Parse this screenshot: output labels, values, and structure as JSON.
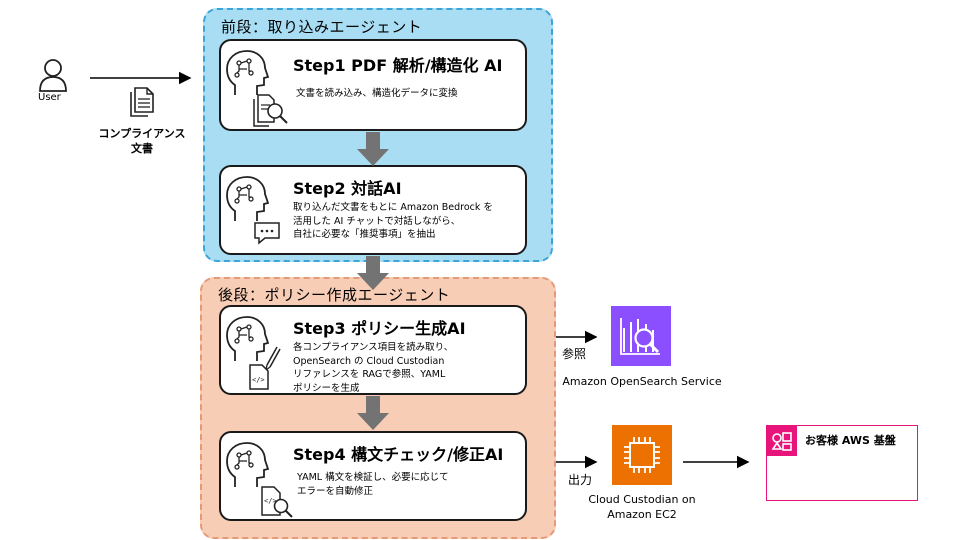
{
  "actor": {
    "label": "User"
  },
  "document": {
    "label_line1": "コンプライアンス",
    "label_line2": "文書"
  },
  "stages": {
    "front": {
      "title": "前段：取り込みエージェント"
    },
    "back": {
      "title": "後段：ポリシー作成エージェント"
    }
  },
  "steps": [
    {
      "title": "Step1 PDF 解析/構造化 AI",
      "desc": "文書を読み込み、構造化データに変換"
    },
    {
      "title": "Step2 対話AI",
      "desc": "取り込んだ文書をもとに Amazon Bedrock を\n活用した AI チャットで対話しながら、\n自社に必要な「推奨事項」を抽出"
    },
    {
      "title": "Step3 ポリシー生成AI",
      "desc": "各コンプライアンス項目を読み取り、\nOpenSearch の Cloud Custodian\nリファレンスを RAGで参照、YAML\nポリシーを生成"
    },
    {
      "title": "Step4 構文チェック/修正AI",
      "desc": "YAML 構文を検証し、必要に応じて\nエラーを自動修正"
    }
  ],
  "connectors": {
    "refer_label": "参照",
    "output_label": "出力"
  },
  "services": {
    "opensearch": {
      "name": "Amazon OpenSearch Service",
      "color": "#8c4fff"
    },
    "ec2": {
      "name_line1": "Cloud Custodian on",
      "name_line2": "Amazon EC2",
      "color": "#ed7100"
    }
  },
  "customer": {
    "label": "お客様 AWS 基盤",
    "color": "#e7157b"
  }
}
